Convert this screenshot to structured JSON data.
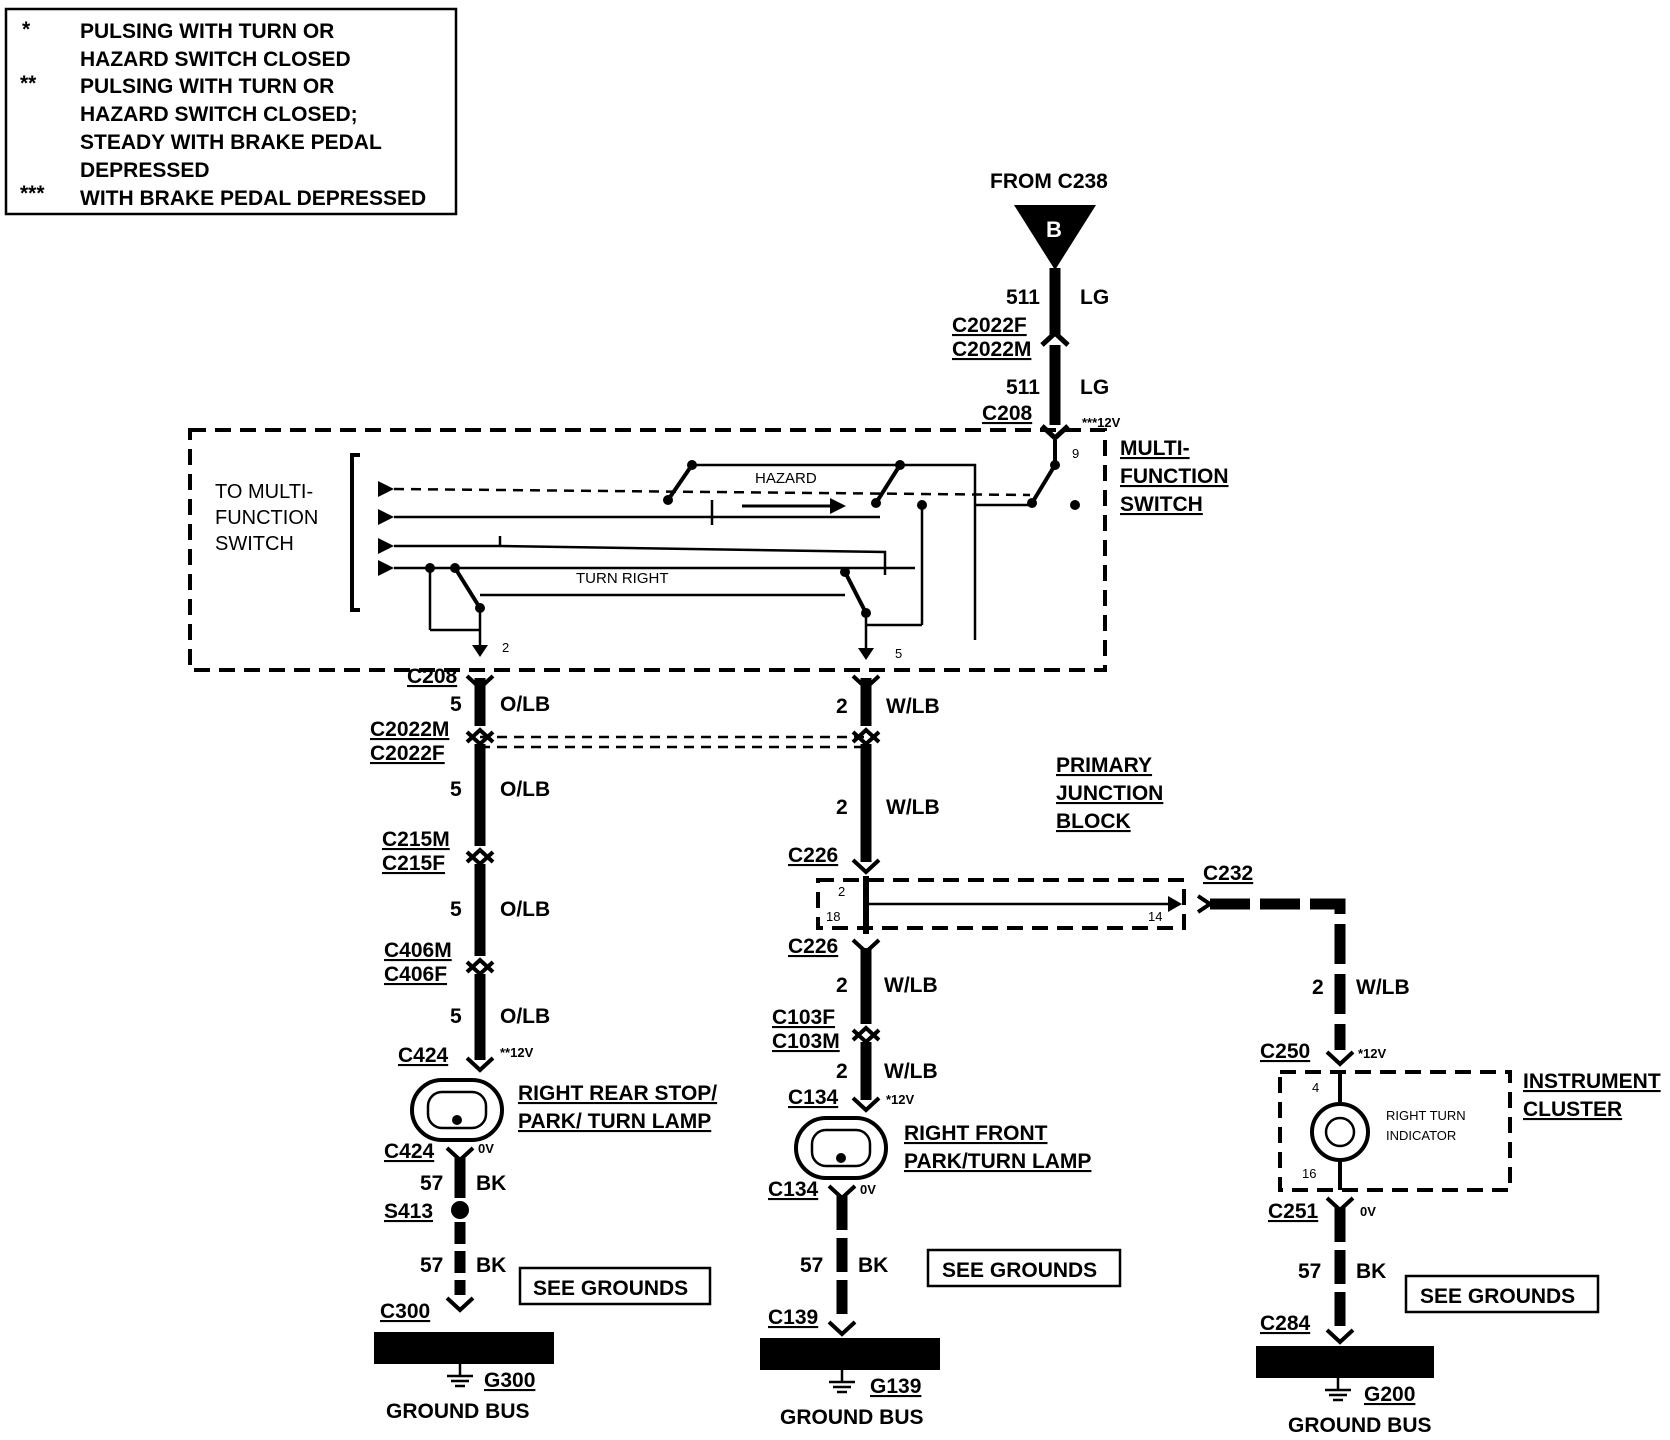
{
  "legend": [
    {
      "mark": "*",
      "lines": [
        "PULSING WITH TURN OR",
        "HAZARD SWITCH CLOSED"
      ]
    },
    {
      "mark": "**",
      "lines": [
        "PULSING WITH TURN OR",
        "HAZARD SWITCH CLOSED;",
        "STEADY WITH BRAKE PEDAL",
        "DEPRESSED"
      ]
    },
    {
      "mark": "***",
      "lines": [
        "WITH BRAKE PEDAL DEPRESSED"
      ]
    }
  ],
  "source": {
    "from": "FROM C238",
    "badge": "B"
  },
  "top_wire": {
    "circuit_a": "511",
    "color_a": "LG",
    "conn_a1": "C2022F",
    "conn_a2": "C2022M",
    "circuit_b": "511",
    "color_b": "LG",
    "conn_b": "C208",
    "voltage": "***12V"
  },
  "mfs": {
    "title": [
      "MULTI-",
      "FUNCTION",
      "SWITCH"
    ],
    "to_label": [
      "TO MULTI-",
      "FUNCTION",
      "SWITCH"
    ],
    "hazard": "HAZARD",
    "turn_right": "TURN RIGHT",
    "pin_in": "9",
    "pin_left": "2",
    "pin_mid": "5"
  },
  "left_branch": {
    "conn1": "C208",
    "circuit1": "5",
    "color1": "O/LB",
    "conn2a": "C2022M",
    "conn2b": "C2022F",
    "circuit2": "5",
    "color2": "O/LB",
    "conn3a": "C215M",
    "conn3b": "C215F",
    "circuit3": "5",
    "color3": "O/LB",
    "conn4a": "C406M",
    "conn4b": "C406F",
    "circuit4": "5",
    "color4": "O/LB",
    "conn5": "C424",
    "voltage": "**12V",
    "lamp": [
      "RIGHT REAR STOP/",
      "PARK/ TURN LAMP"
    ],
    "conn6": "C424",
    "voltage_out": "0V",
    "circuit5": "57",
    "color5": "BK",
    "splice": "S413",
    "circuit6": "57",
    "color6": "BK",
    "see": "SEE GROUNDS",
    "conn7": "C300",
    "ground": "G300",
    "bus": "GROUND BUS"
  },
  "mid_branch": {
    "circuit1": "2",
    "color1": "W/LB",
    "circuit2": "2",
    "color2": "W/LB",
    "pjb": [
      "PRIMARY",
      "JUNCTION",
      "BLOCK"
    ],
    "conn1": "C226",
    "pin_a": "2",
    "pin_b": "18",
    "pin_c": "14",
    "conn2": "C226",
    "circuit3": "2",
    "color3": "W/LB",
    "conn3a": "C103F",
    "conn3b": "C103M",
    "circuit4": "2",
    "color4": "W/LB",
    "conn4": "C134",
    "voltage": "*12V",
    "lamp": [
      "RIGHT FRONT",
      "PARK/TURN LAMP"
    ],
    "conn5": "C134",
    "voltage_out": "0V",
    "circuit5": "57",
    "color5": "BK",
    "see": "SEE GROUNDS",
    "conn6": "C139",
    "ground": "G139",
    "bus": "GROUND BUS"
  },
  "right_branch": {
    "conn1": "C232",
    "circuit1": "2",
    "color1": "W/LB",
    "conn2": "C250",
    "voltage": "*12V",
    "cluster": [
      "INSTRUMENT",
      "CLUSTER"
    ],
    "indicator": [
      "RIGHT TURN",
      "INDICATOR"
    ],
    "pin_top": "4",
    "pin_bot": "16",
    "conn3": "C251",
    "voltage_out": "0V",
    "circuit2": "57",
    "color2": "BK",
    "see": "SEE GROUNDS",
    "conn4": "C284",
    "ground": "G200",
    "bus": "GROUND BUS"
  }
}
